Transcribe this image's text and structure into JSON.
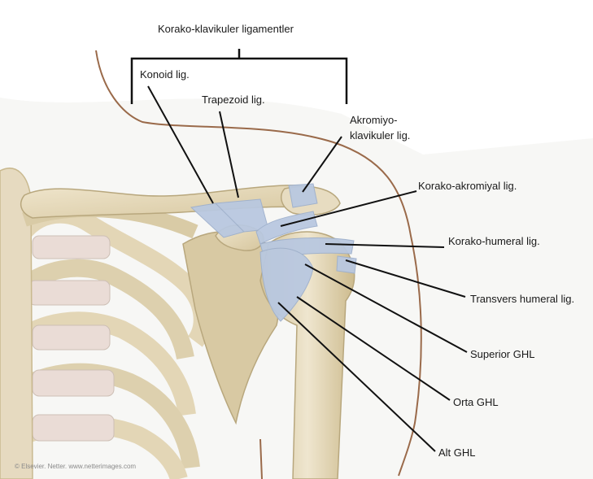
{
  "figure": {
    "group_label": "Korako-klavikuler ligamentler",
    "labels": {
      "konoid": "Konoid lig.",
      "trapezoid": "Trapezoid lig.",
      "akromiyo_1": "Akromiyo-",
      "akromiyo_2": "klavikuler lig.",
      "korako_akromiyal": "Korako-akromiyal lig.",
      "korako_humeral": "Korako-humeral lig.",
      "transvers_humeral": "Transvers humeral lig.",
      "superior_ghl": "Superior GHL",
      "orta_ghl": "Orta GHL",
      "alt_ghl": "Alt GHL"
    },
    "credit": "© Elsevier. Netter. www.netterimages.com"
  },
  "colors": {
    "bone": "#e8dcc0",
    "bone_shadow": "#c9b98f",
    "cartilage": "#eadcd6",
    "ligament": "#b9c8e0",
    "skin_outline": "#9a6a4a",
    "leader": "#111111"
  }
}
